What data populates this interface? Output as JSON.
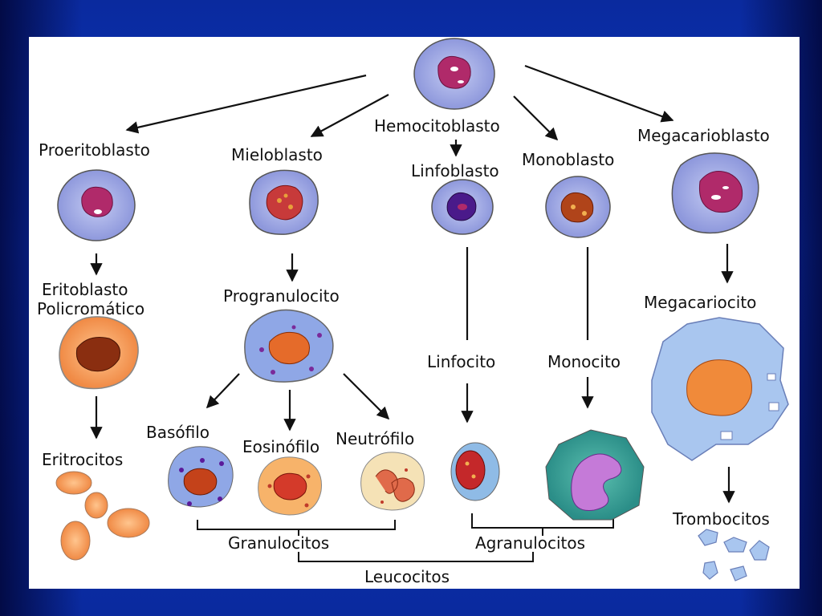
{
  "labels": {
    "hemocitoblasto": "Hemocitoblasto",
    "proeritoblasto": "Proeritoblasto",
    "mieloblasto": "Mieloblasto",
    "linfoblasto": "Linfoblasto",
    "monoblasto": "Monoblasto",
    "megacarioblasto": "Megacarioblasto",
    "eritoblasto_1": "Eritoblasto",
    "eritoblasto_2": "Policromático",
    "progranulocito": "Progranulocito",
    "megacariocito": "Megacariocito",
    "linfocito": "Linfocito",
    "monocito": "Monocito",
    "eritrocitos": "Eritrocitos",
    "basofilo": "Basófilo",
    "eosinofilo": "Eosinófilo",
    "neutrofilo": "Neutrófilo",
    "trombocitos": "Trombocitos",
    "granulocitos": "Granulocitos",
    "agranulocitos": "Agranulocitos",
    "leucocitos": "Leucocitos"
  },
  "colors": {
    "background": "#0d36c4",
    "panel": "#ffffff",
    "cytoplasm_blast": "#a9b3e6",
    "nucleus_blast": "#b02a6a",
    "erythro": "#f7a865",
    "nucleus_erythro": "#8a2e10",
    "granulocyte_cytoplasm": "#8fa7e6",
    "nucleus_granule": "#e56b2a",
    "monocyte_cytoplasm": "#3ca99a",
    "monocyte_nucleus": "#c57ad8",
    "arrow": "#111111"
  }
}
